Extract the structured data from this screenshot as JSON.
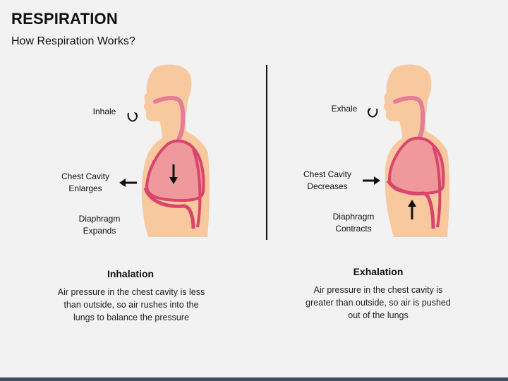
{
  "header": {
    "title": "RESPIRATION",
    "subtitle": "How Respiration Works?"
  },
  "left": {
    "breath_label": "Inhale",
    "chest_label": "Chest Cavity\nEnlarges",
    "diaphragm_label": "Diaphragm\nExpands",
    "caption_title": "Inhalation",
    "caption_text": "Air pressure in the chest cavity is less than outside, so air rushes into the lungs to balance the pressure"
  },
  "right": {
    "breath_label": "Exhale",
    "chest_label": "Chest Cavity\nDecreases",
    "diaphragm_label": "Diaphragm\nContracts",
    "caption_title": "Exhalation",
    "caption_text": "Air pressure in the chest cavity is greater than outside, so air is pushed out of the lungs"
  },
  "colors": {
    "skin": "#f8c89e",
    "lung": "#f0999d",
    "airway": "#e57c98",
    "lung_outline": "#d9456b",
    "accent_bar": "#3d4e63"
  }
}
